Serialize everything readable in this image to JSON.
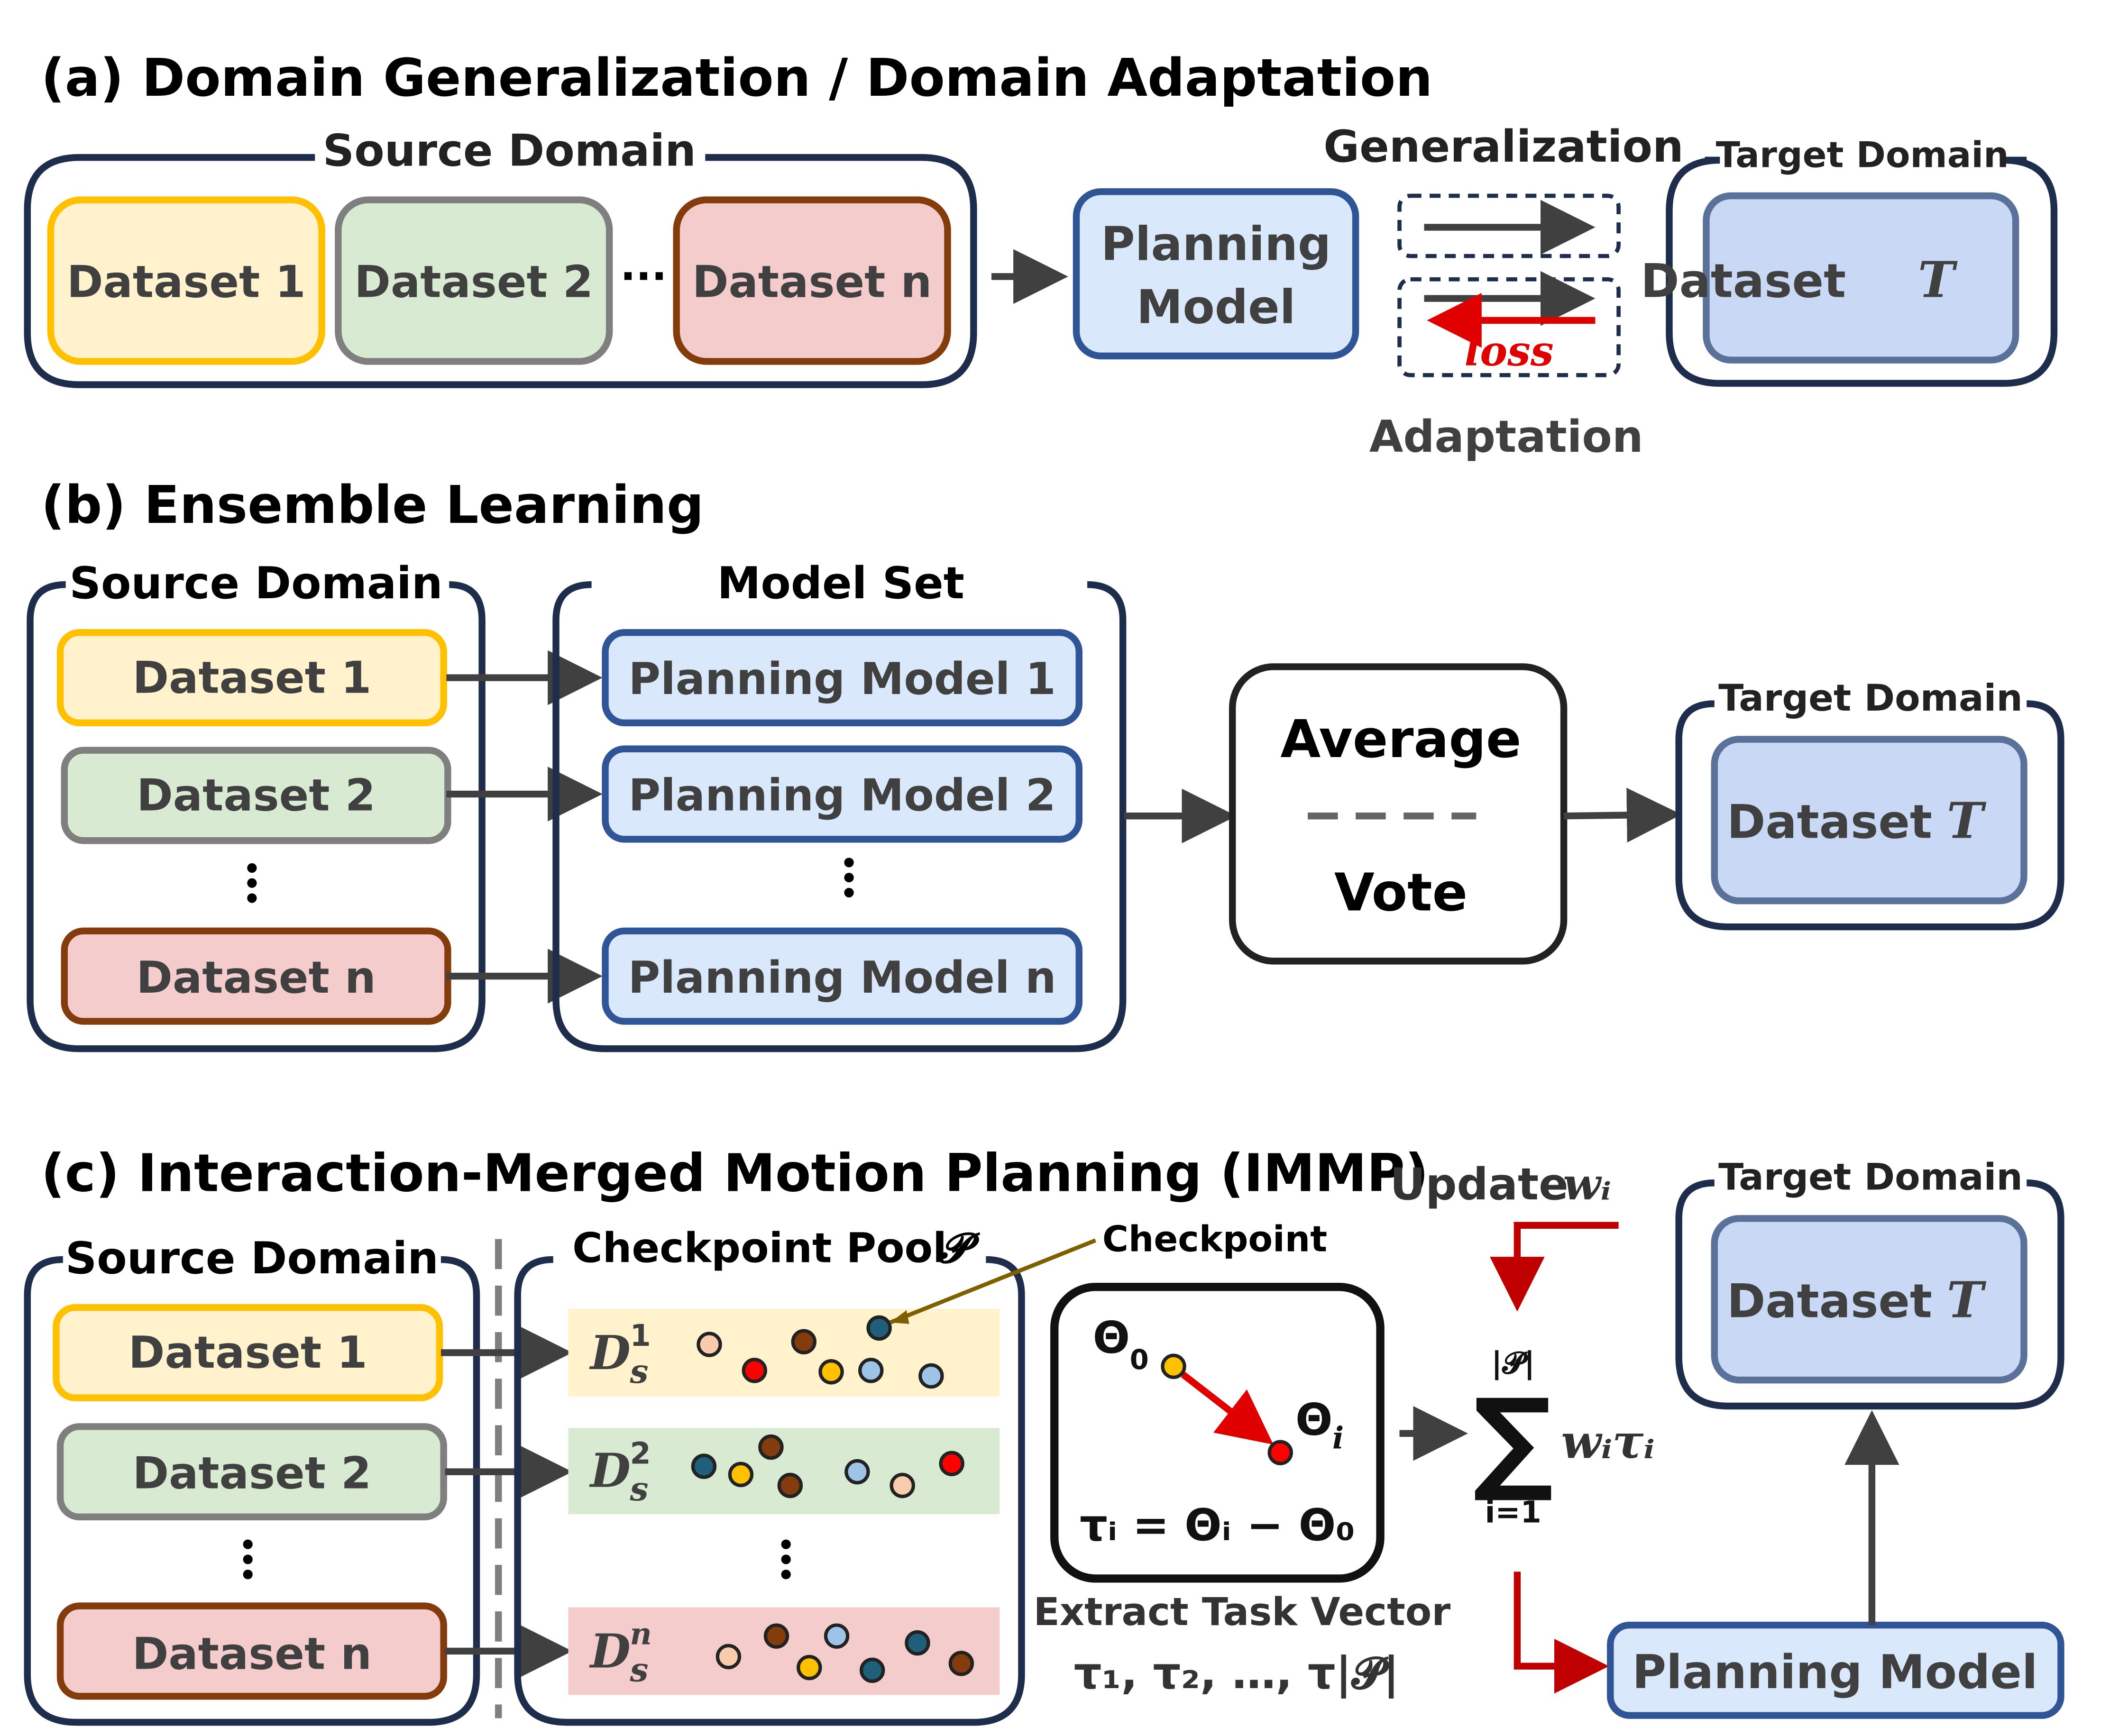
{
  "colors": {
    "dataset1_fill": "#fff2cc",
    "dataset1_stroke": "#ffc000",
    "dataset2_fill": "#d9ead3",
    "dataset2_stroke": "#7f7f7f",
    "datasetn_fill": "#f4cccc",
    "datasetn_stroke": "#843c0c",
    "model_fill": "#dae8fc",
    "model_stroke": "#2f5597",
    "target_fill": "#c9d9f5",
    "target_stroke": "#5a7199",
    "frame": "#1f2d4d",
    "arrow": "#404040",
    "loss": "#e00000",
    "update_arrow": "#c00000",
    "dot_light_blue": "#9dc3e6",
    "dot_teal": "#1f5f7a",
    "dot_yellow": "#ffc000",
    "dot_red": "#ff0000",
    "dot_brown": "#843c0c",
    "dot_pink": "#f8cbad"
  },
  "panel_a": {
    "title": "(a) Domain Generalization / Domain Adaptation",
    "source_domain": "Source Domain",
    "dataset1": "Dataset 1",
    "dataset2": "Dataset 2",
    "ellipsis": "···",
    "datasetn": "Dataset n",
    "planning_model_line1": "Planning",
    "planning_model_line2": "Model",
    "generalization": "Generalization",
    "loss": "loss",
    "adaptation": "Adaptation",
    "target_domain": "Target Domain",
    "dataset_t": "Dataset",
    "t_symbol": "T"
  },
  "panel_b": {
    "title": "(b) Ensemble Learning",
    "source_domain": "Source Domain",
    "dataset1": "Dataset 1",
    "dataset2": "Dataset 2",
    "datasetn": "Dataset n",
    "model_set": "Model Set",
    "model1": "Planning Model 1",
    "model2": "Planning Model 2",
    "modeln": "Planning Model n",
    "average": "Average",
    "vote": "Vote",
    "target_domain": "Target Domain",
    "dataset_t": "Dataset",
    "t_symbol": "T"
  },
  "panel_c": {
    "title": "(c) Interaction-Merged Motion Planning (IMMP)",
    "source_domain": "Source Domain",
    "dataset1": "Dataset 1",
    "dataset2": "Dataset 2",
    "datasetn": "Dataset n",
    "checkpoint_pool": "Checkpoint Pool",
    "pool_symbol": "𝓟",
    "checkpoint": "Checkpoint",
    "row_labels": [
      {
        "base": "D",
        "sub": "s",
        "sup": "1"
      },
      {
        "base": "D",
        "sub": "s",
        "sup": "2"
      },
      {
        "base": "D",
        "sub": "s",
        "sup": "n"
      }
    ],
    "theta0": "Θ",
    "theta0_sub": "0",
    "thetai": "Θ",
    "thetai_sub": "i",
    "task_vector_formula": "τᵢ = Θᵢ − Θ₀",
    "extract_label": "Extract Task Vector",
    "tau_list": "τ₁, τ₂, …, τ|𝓟|",
    "update": "Update",
    "update_symbol": "wᵢ",
    "sum_upper": "|𝓟|",
    "sum_lower": "i=1",
    "sum_term": "wᵢτᵢ",
    "target_domain": "Target Domain",
    "dataset_t": "Dataset",
    "t_symbol": "T",
    "planning_model": "Planning Model"
  }
}
